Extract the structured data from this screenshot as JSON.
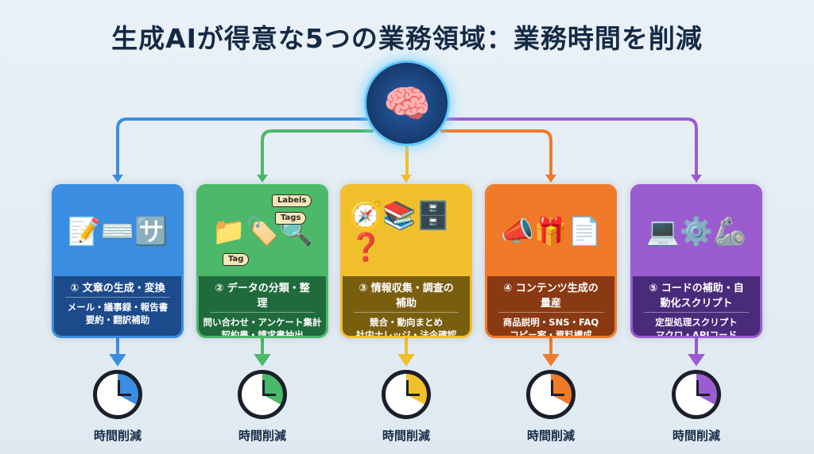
{
  "title": "生成AIが得意な5つの業務領域：業務時間を削減",
  "center_icon": "brain-gears-icon",
  "cards": [
    {
      "title": "① 文章の生成・変換",
      "lines": [
        "メール・議事録・報告書",
        "要約・翻訳補助"
      ],
      "color": "#3a8de0",
      "dark": "#1c4a8a",
      "icons": "📝⌨️🈂️"
    },
    {
      "title": "② データの分類・整理",
      "lines": [
        "問い合わせ・アンケート集計",
        "契約書・請求書抽出"
      ],
      "color": "#4cb86a",
      "dark": "#1f6b3c",
      "icons": "📁🏷️🔍",
      "tags": [
        "Labels",
        "Tags",
        "Tag"
      ]
    },
    {
      "title": "③ 情報収集・調査の補助",
      "lines": [
        "競合・動向まとめ",
        "社内ナレッジ・法令確認"
      ],
      "color": "#f0c02c",
      "dark": "#7a5e10",
      "icons": "🧭📚🗄️❓"
    },
    {
      "title": "④ コンテンツ生成の量産",
      "lines": [
        "商品説明・SNS・FAQ",
        "コピー案・資料構成"
      ],
      "color": "#f07a28",
      "dark": "#8a3a12",
      "icons": "📣🎁📄"
    },
    {
      "title": "⑤ コードの補助・自動化スクリプト",
      "lines": [
        "定型処理スクリプト",
        "マクロ・APIコード"
      ],
      "color": "#9b5cd0",
      "dark": "#4a2a7a",
      "icons": "💻⚙️🦾"
    }
  ],
  "clock_label": "時間削減"
}
